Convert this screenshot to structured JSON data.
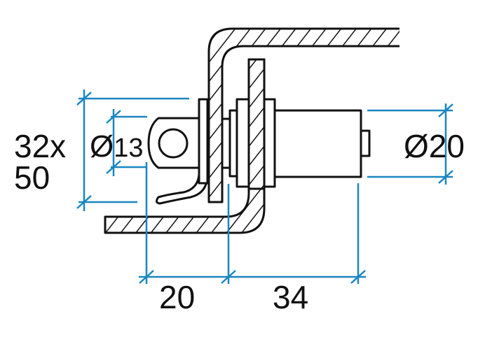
{
  "drawing": {
    "quantity_prefix": "32x",
    "dimensions": {
      "height": "50",
      "hole_diameter_symbol": "Ø",
      "hole_diameter": "13",
      "body_diameter": "Ø20",
      "offset_left": "20",
      "body_length": "34"
    },
    "colors": {
      "dimension": "#1a86c0",
      "outline": "#111111"
    }
  }
}
